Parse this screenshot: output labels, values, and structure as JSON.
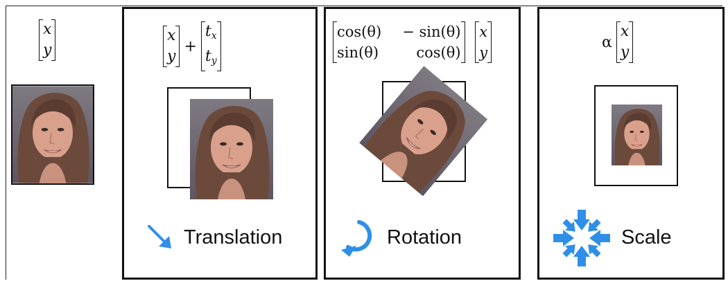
{
  "panels": [
    {
      "id": "original",
      "math": {
        "x": "x",
        "y": "y"
      }
    },
    {
      "id": "translation",
      "label": "Translation",
      "math": {
        "x": "x",
        "y": "y",
        "plus": "+",
        "tx": "t",
        "tx_sub": "x",
        "ty": "t",
        "ty_sub": "y"
      }
    },
    {
      "id": "rotation",
      "label": "Rotation",
      "math": {
        "r1c1": "cos(θ)",
        "r1c2": "− sin(θ)",
        "r2c1": "sin(θ)",
        "r2c2": "cos(θ)",
        "x": "x",
        "y": "y"
      }
    },
    {
      "id": "scale",
      "label": "Scale",
      "math": {
        "alpha": "α",
        "x": "x",
        "y": "y"
      }
    }
  ],
  "colors": {
    "accent": "#2f8fe8",
    "border": "#111111"
  },
  "icons": {
    "translation": "arrow-down-right-icon",
    "rotation": "rotate-arrow-icon",
    "scale": "compress-arrows-icon"
  }
}
